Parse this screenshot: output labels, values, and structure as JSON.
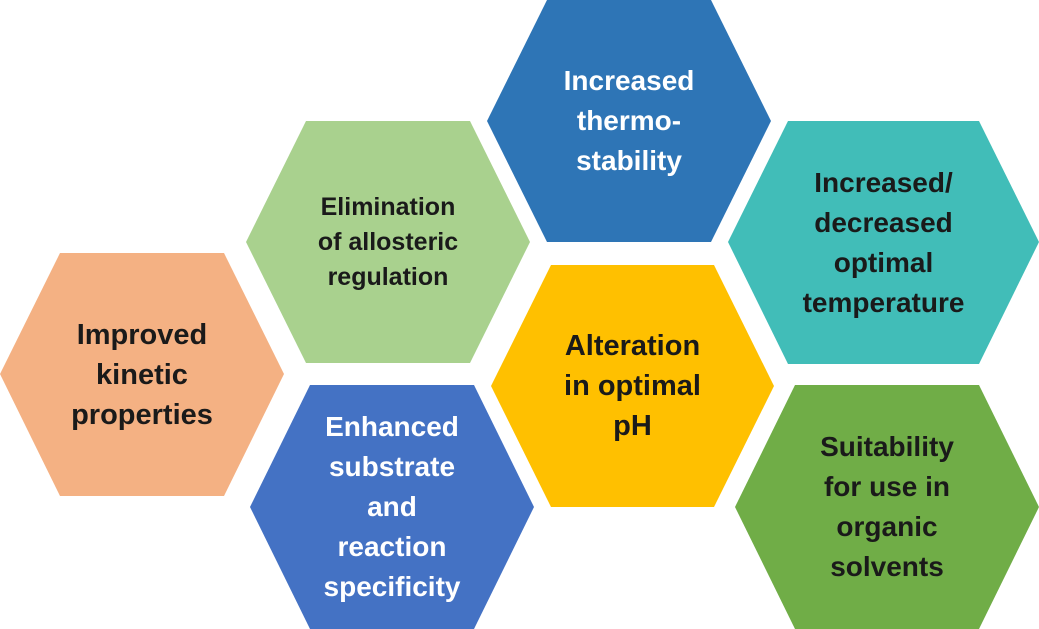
{
  "diagram": {
    "hexagons": [
      {
        "id": "thermostability",
        "label": "Increased\nthermo-\nstability",
        "fill": "#2E75B6",
        "text_color": "#FFFFFF"
      },
      {
        "id": "allosteric",
        "label": "Elimination\nof allosteric\nregulation",
        "fill": "#A9D18E",
        "text_color": "#1A1A1A"
      },
      {
        "id": "optimal-temperature",
        "label": "Increased/\ndecreased\noptimal\ntemperature",
        "fill": "#41BDB8",
        "text_color": "#1A1A1A"
      },
      {
        "id": "kinetic",
        "label": "Improved\nkinetic\nproperties",
        "fill": "#F4B183",
        "text_color": "#1A1A1A"
      },
      {
        "id": "optimal-ph",
        "label": "Alteration\nin optimal\npH",
        "fill": "#FFC000",
        "text_color": "#1A1A1A"
      },
      {
        "id": "specificity",
        "label": "Enhanced\nsubstrate\nand\nreaction\nspecificity",
        "fill": "#4472C4",
        "text_color": "#FFFFFF"
      },
      {
        "id": "organic-solvents",
        "label": "Suitability\nfor use in\norganic\nsolvents",
        "fill": "#70AD47",
        "text_color": "#1A1A1A"
      }
    ]
  }
}
